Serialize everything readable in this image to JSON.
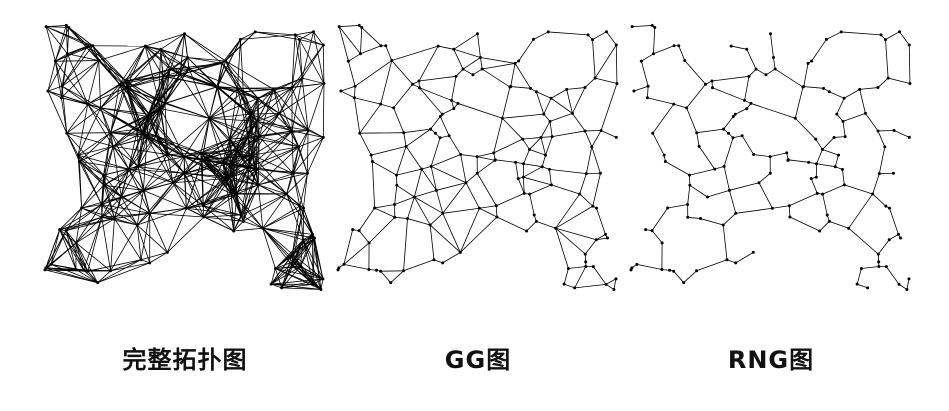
{
  "panels": [
    {
      "id": "full",
      "caption": "完整拓扑图",
      "radius": 0.2
    },
    {
      "id": "gg",
      "caption": "GG图",
      "radius": 0
    },
    {
      "id": "rng",
      "caption": "RNG图",
      "radius": 0
    }
  ],
  "colors": {
    "edge": "#000000",
    "node": "#000000",
    "text": "#111111"
  }
}
